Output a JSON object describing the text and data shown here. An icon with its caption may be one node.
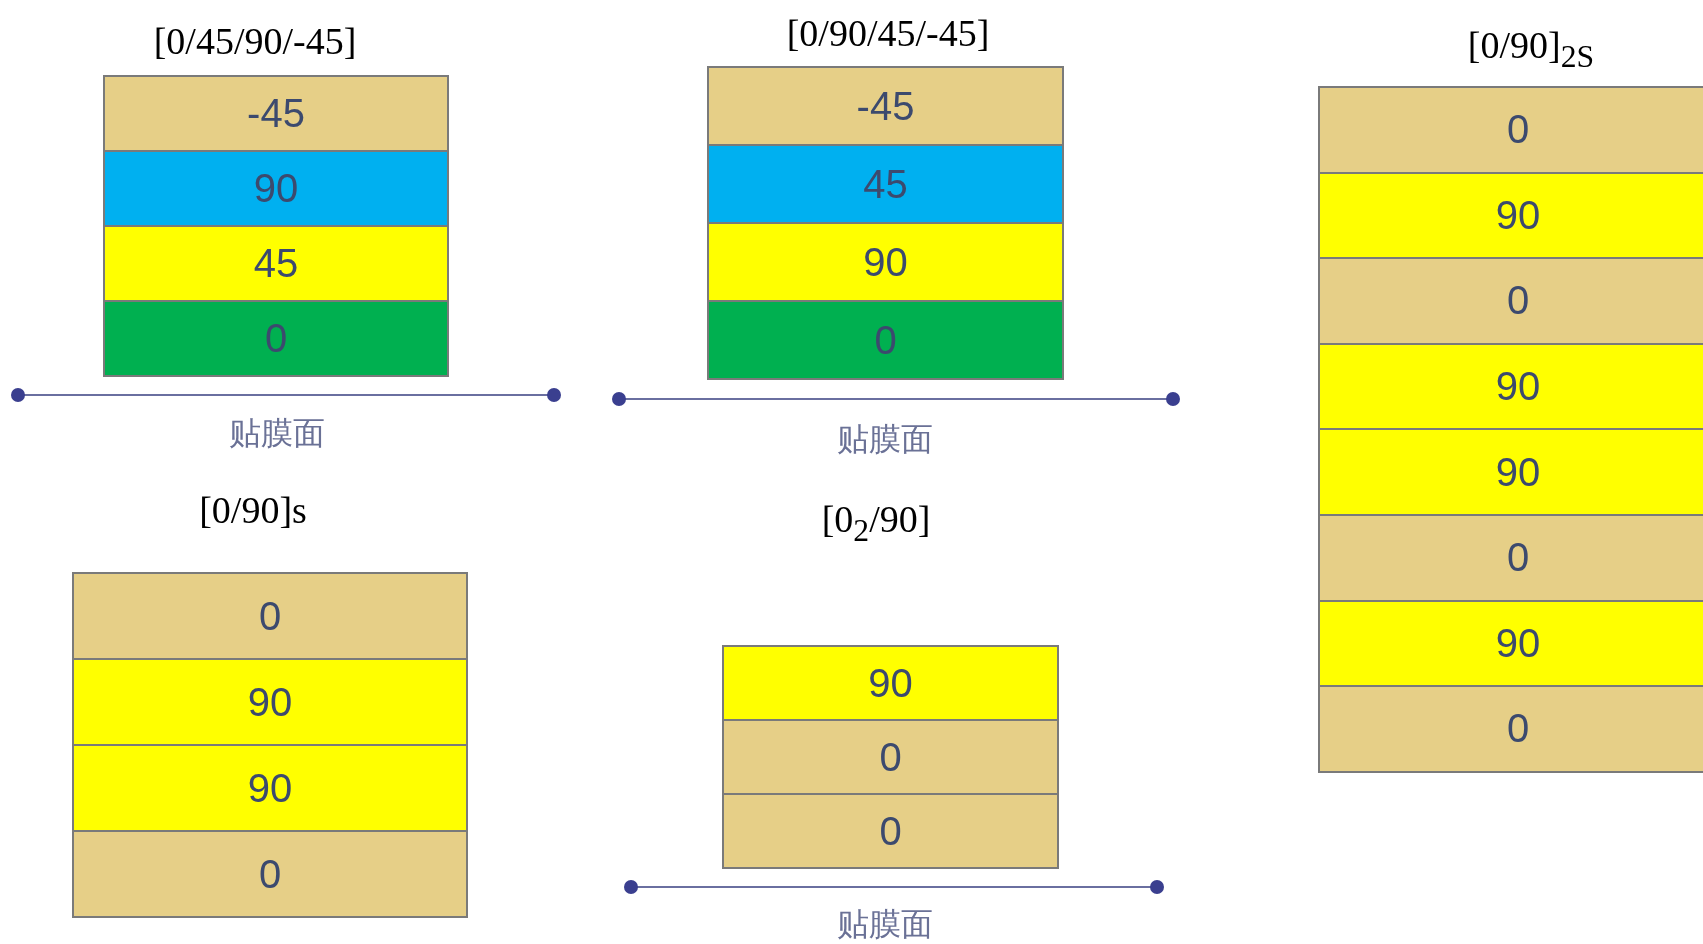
{
  "diagram": {
    "nodes": [
      {
        "text": [
          "-45"
        ]
      },
      {
        "text": [
          "90"
        ]
      },
      {
        "text": [
          "45"
        ]
      },
      {
        "text": [
          "0"
        ]
      },
      {
        "text": [
          "-45"
        ]
      },
      {
        "text": [
          "45"
        ]
      },
      {
        "text": [
          "90"
        ]
      },
      {
        "text": [
          "0"
        ]
      },
      {
        "text": [
          "0"
        ]
      },
      {
        "text": [
          "90"
        ]
      },
      {
        "text": [
          "0"
        ]
      },
      {
        "text": [
          "90"
        ]
      },
      {
        "text": [
          "90"
        ]
      },
      {
        "text": [
          "0"
        ]
      },
      {
        "text": [
          "90"
        ]
      },
      {
        "text": [
          "0"
        ]
      },
      {
        "text": [
          "0"
        ]
      },
      {
        "text": [
          "90"
        ]
      },
      {
        "text": [
          "90"
        ]
      },
      {
        "text": [
          "0"
        ]
      },
      {
        "text": [
          "90"
        ]
      },
      {
        "text": [
          "0"
        ]
      },
      {
        "text": [
          "0"
        ]
      }
    ],
    "edges": [],
    "labels": [
      "[0/45/90/-45]",
      "[0/90/45/-45]",
      "[0/90]$_{2S}$",
      "贴膜面",
      "贴膜面",
      "[0/90]s",
      "[0$_{2}$/90]",
      "贴膜面"
    ]
  }
}
